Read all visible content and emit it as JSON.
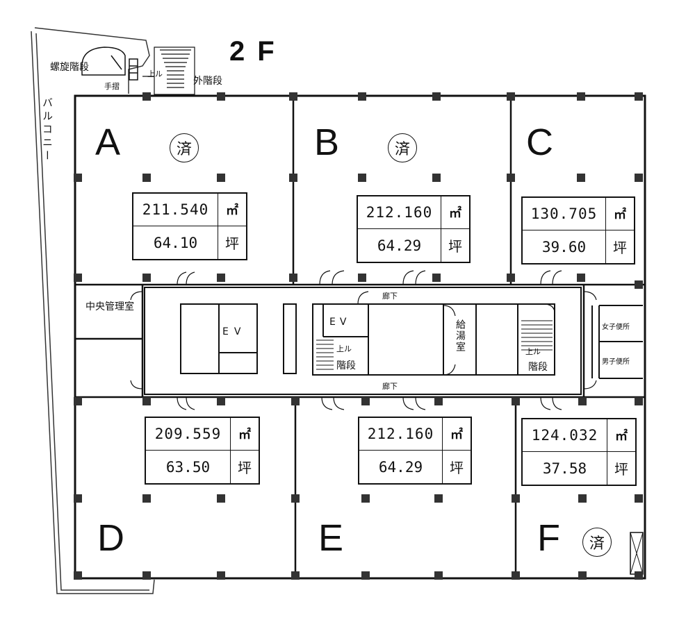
{
  "floor": "2F",
  "units": [
    {
      "id": "A",
      "sqm": "211.540",
      "sqm_unit": "㎡",
      "tsubo": "64.10",
      "tsubo_unit": "坪",
      "status": "済"
    },
    {
      "id": "B",
      "sqm": "212.160",
      "sqm_unit": "㎡",
      "tsubo": "64.29",
      "tsubo_unit": "坪",
      "status": "済"
    },
    {
      "id": "C",
      "sqm": "130.705",
      "sqm_unit": "㎡",
      "tsubo": "39.60",
      "tsubo_unit": "坪",
      "status": ""
    },
    {
      "id": "D",
      "sqm": "209.559",
      "sqm_unit": "㎡",
      "tsubo": "63.50",
      "tsubo_unit": "坪",
      "status": ""
    },
    {
      "id": "E",
      "sqm": "212.160",
      "sqm_unit": "㎡",
      "tsubo": "64.29",
      "tsubo_unit": "坪",
      "status": ""
    },
    {
      "id": "F",
      "sqm": "124.032",
      "sqm_unit": "㎡",
      "tsubo": "37.58",
      "tsubo_unit": "坪",
      "status": "済"
    }
  ],
  "labels": {
    "spiral_stair": "螺旋階段",
    "handrail_1": "手摺",
    "up_1": "上ル",
    "exterior_stair": "外階段",
    "balcony": "バルコニー",
    "central_office": "中央管理室",
    "ev_1": "EV",
    "ev_2": "EV",
    "corridor_top": "廊下",
    "corridor_bottom": "廊下",
    "kitchenette": "給湯室",
    "stair_left_up": "上ル",
    "stair_left": "階段",
    "stair_right_up": "上ル",
    "stair_right": "階段",
    "womens_toilet": "女子便所",
    "mens_toilet": "男子便所"
  }
}
